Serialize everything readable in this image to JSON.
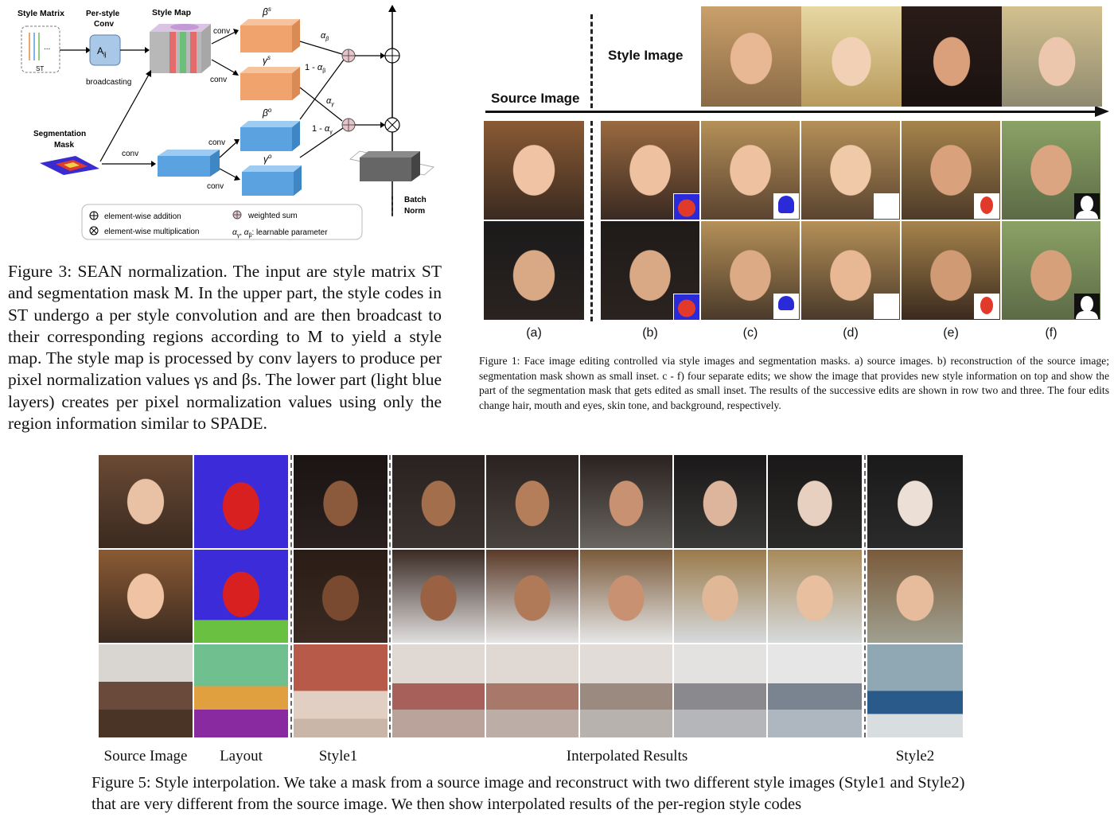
{
  "fig3": {
    "diagram": {
      "style_matrix": "Style Matrix",
      "st": "ST",
      "per_style_conv": "Per-style\nConv",
      "a_ij": "Aij",
      "style_map": "Style Map",
      "broadcasting": "broadcasting",
      "conv": "conv",
      "beta_s": "βs",
      "gamma_s": "γs",
      "beta_o": "βo",
      "gamma_o": "γo",
      "alpha_beta": "αβ",
      "one_minus_alpha_beta": "1 - αβ",
      "alpha_gamma": "αγ",
      "one_minus_alpha_gamma": "1 - αγ",
      "segmentation_mask": "Segmentation\nMask",
      "batch_norm": "Batch\nNorm",
      "legend_add": "element-wise addition",
      "legend_mul": "element-wise multiplication",
      "legend_wsum": "weighted sum",
      "legend_param": "αγ, αβ: learnable parameter"
    },
    "caption": "Figure 3: SEAN normalization. The input are style matrix ST and segmentation mask M. In the upper part, the style codes in ST undergo a per style convolution and are then broadcast to their corresponding regions according to M to yield a style map. The style map is processed by conv layers to produce per pixel normalization values γs and βs. The lower part (light blue layers) creates per pixel normalization values using only the region information similar to SPADE."
  },
  "fig1": {
    "style_image_label": "Style Image",
    "source_image_label": "Source Image",
    "column_labels": [
      "(a)",
      "(b)",
      "(c)",
      "(d)",
      "(e)",
      "(f)"
    ],
    "caption": "Figure 1: Face image editing controlled via style images and segmentation masks. a) source images. b) reconstruction of the source image; segmentation mask shown as small inset. c - f) four separate edits; we show the image that provides new style information on top and show the part of the segmentation mask that gets edited as small inset. The results of the successive edits are shown in row two and three. The four edits change hair, mouth and eyes, skin tone, and background, respectively."
  },
  "fig5": {
    "labels": {
      "source": "Source Image",
      "layout": "Layout",
      "style1": "Style1",
      "interp": "Interpolated Results",
      "style2": "Style2"
    },
    "caption": "Figure 5: Style interpolation. We take a mask from a source image and reconstruct with two different style images (Style1 and Style2) that are very different from the source image. We then show interpolated results of the per-region style codes"
  }
}
